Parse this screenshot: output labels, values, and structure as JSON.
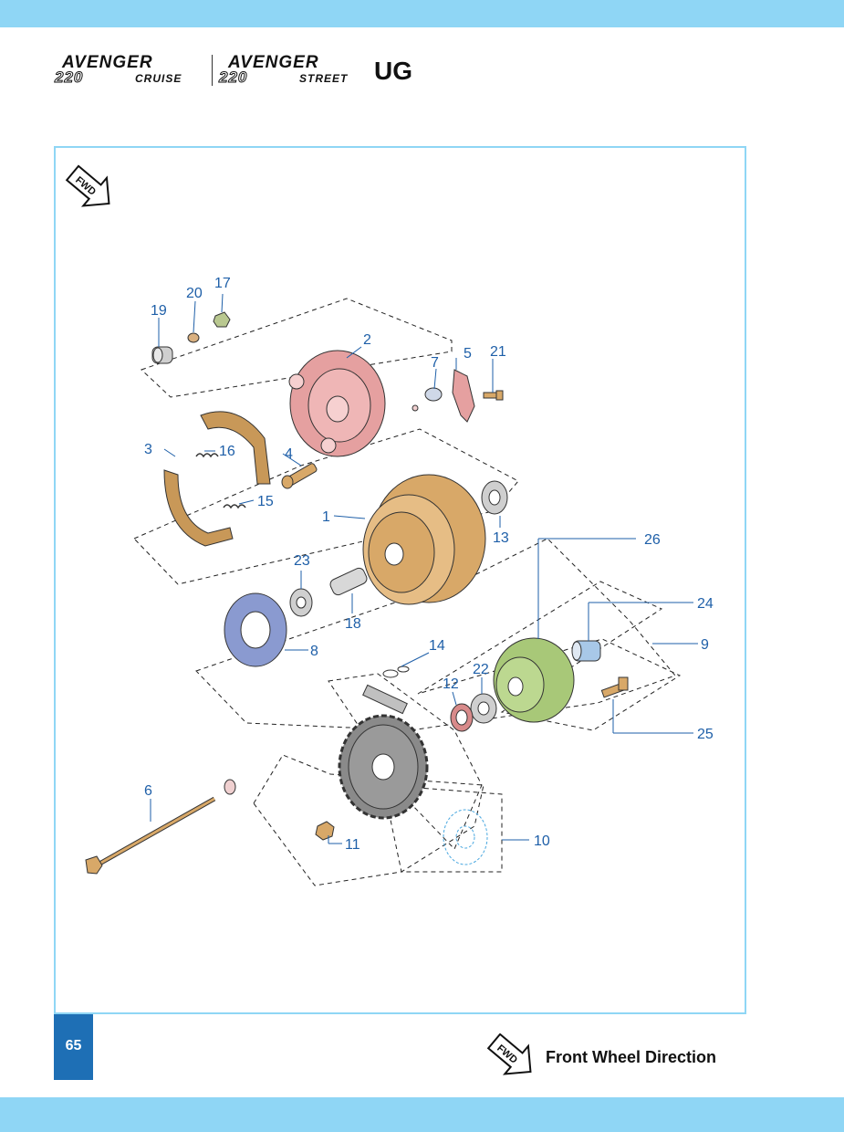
{
  "header": {
    "brand_left": "AVENGER",
    "model_left_number": "220",
    "model_left_name": "CRUISE",
    "brand_right": "AVENGER",
    "model_right_number": "220",
    "model_right_name": "STREET",
    "variant": "UG"
  },
  "diagram": {
    "fwd_badge": "FWD",
    "callouts": [
      "1",
      "2",
      "3",
      "4",
      "5",
      "6",
      "7",
      "8",
      "9",
      "10",
      "11",
      "12",
      "13",
      "14",
      "15",
      "16",
      "17",
      "18",
      "19",
      "20",
      "21",
      "22",
      "23",
      "24",
      "25",
      "26"
    ],
    "colors": {
      "callout": "#1e5fa8",
      "wheel": "#d8a868",
      "brake_plate": "#e5a0a0",
      "hub": "#a8c878",
      "damper": "#8a9ad0",
      "sprocket": "#8a8a8a",
      "shoe": "#c89858"
    }
  },
  "footer": {
    "page_number": "65",
    "legend_badge": "FWD",
    "legend_label": "Front Wheel Direction"
  }
}
